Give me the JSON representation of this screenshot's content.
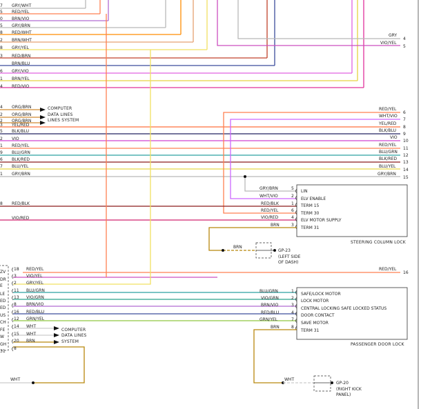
{
  "colors": {
    "red_yel": "#ff7f50",
    "gry_wht": "#b8b8b8",
    "brn_vio": "#b06bd2",
    "gry_brn": "#b8b8b8",
    "red_wht": "#ff8c00",
    "brn_wht": "#e5a070",
    "gry_yel": "#f0e060",
    "red_brn": "#c0402a",
    "brn_blu": "#3a4c9c",
    "gry_vio": "#e060e0",
    "brn_yel": "#e6d240",
    "red_vio": "#e0309a",
    "org_brn": "#d08a30",
    "blk_blu": "#202060",
    "vio": "#d040d0",
    "blu_grn": "#2aa0a0",
    "blk_red": "#8b1a1a",
    "blu_yel": "#e8d848",
    "red_blk": "#8b1a1a",
    "vio_red": "#d0206e",
    "vio_grn": "#2aa08a",
    "wht_vio": "#cc66ff",
    "wht": "#cccccc",
    "brn": "#b8860b",
    "grn_yel": "#8fc640",
    "vio_yel": "#cc4fbf",
    "yel_red": "#ff6f3a",
    "gry": "#b8b8b8"
  },
  "top_left_wires": [
    {
      "pin": "7",
      "label": "GRY/WHT"
    },
    {
      "pin": "5",
      "label": "RED/YEL"
    },
    {
      "pin": "0",
      "label": "BRN/VIO"
    },
    {
      "pin": "5",
      "label": "GRY/BRN"
    },
    {
      "pin": "8",
      "label": "RED/WHT"
    },
    {
      "pin": "2",
      "label": "BRN/WHT"
    },
    {
      "pin": "8",
      "label": "GRY/YEL"
    },
    {
      "pin": "3",
      "label": "RED/BRN"
    },
    {
      "pin": "",
      "label": "BRN/BLU"
    },
    {
      "pin": "6",
      "label": "GRY/VIO"
    },
    {
      "pin": "1",
      "label": "BRN/YEL"
    },
    {
      "pin": "4",
      "label": "RED/VIO"
    }
  ],
  "top_right_wires": [
    {
      "label": "GRY",
      "pin": "4"
    },
    {
      "label": "VIO/YEL",
      "pin": "5"
    }
  ],
  "data_lines_block": {
    "wires": [
      {
        "pin": "4",
        "label": "ORG/BRN"
      },
      {
        "pin": "2",
        "label": "ORG/BRN"
      },
      {
        "pin": "2",
        "label": "ORG/BRN"
      }
    ],
    "caption_1": "COMPUTER",
    "caption_2": "DATA LINES",
    "caption_3": "LINES SYSTEM"
  },
  "middle_left_wires": [
    {
      "pin": "3",
      "label": "YEL/RED"
    },
    {
      "pin": "5",
      "label": "BLK/BLU"
    },
    {
      "pin": "2",
      "label": "VIO"
    },
    {
      "pin": "1",
      "label": "RED/YEL"
    },
    {
      "pin": "9",
      "label": "BLU/GRN"
    },
    {
      "pin": "6",
      "label": "BLK/RED"
    },
    {
      "pin": "7",
      "label": "BLU/YEL"
    },
    {
      "pin": "1",
      "label": "GRY/BRN"
    }
  ],
  "middle_right_wires": [
    {
      "label": "RED/YEL",
      "pin": "6"
    },
    {
      "label": "WHT/VIO",
      "pin": "7"
    },
    {
      "label": "YEL/RED",
      "pin": "8"
    },
    {
      "label": "BLK/BLU",
      "pin": "9"
    },
    {
      "label": "VIO",
      "pin": "10"
    },
    {
      "label": "RED/YEL",
      "pin": "11"
    },
    {
      "label": "BLU/GRN",
      "pin": "12"
    },
    {
      "label": "BLK/RED",
      "pin": "13"
    },
    {
      "label": "BLU/YEL",
      "pin": "14"
    },
    {
      "label": "GRY/BRN",
      "pin": "15"
    }
  ],
  "left_misc": [
    {
      "pin": "8",
      "label": "RED/BLK"
    },
    {
      "pin": "",
      "label": "VIO/RED"
    }
  ],
  "steering_column_lock": {
    "title": "STEERING COLUMN LOCK",
    "pins": [
      {
        "wire": "GRY/BRN",
        "pin": "5",
        "function": "LIN"
      },
      {
        "wire": "WHT/VIO",
        "pin": "2",
        "function": "ELV ENABLE"
      },
      {
        "wire": "RED/BLK",
        "pin": "1",
        "function": "TERM 15"
      },
      {
        "wire": "RED/YEL",
        "pin": "6",
        "function": "TERM 30"
      },
      {
        "wire": "VIO/RED",
        "pin": "4",
        "function": "ELV MOTOR SUPPLY"
      },
      {
        "wire": "BRN",
        "pin": "3",
        "function": "TERM 31"
      }
    ]
  },
  "gp23": {
    "wire": "BRN",
    "line1": "GP-23",
    "line2": "(LEFT SIDE",
    "line3": "OF DASH)"
  },
  "red_yel_16": {
    "label": "RED/YEL",
    "pin": "16"
  },
  "bottom_left_connector": {
    "side_labels": [
      "ZV",
      "DR",
      "E",
      "LE",
      "ED",
      "ED",
      "US",
      "CH",
      "FE",
      "W",
      "GH",
      "31"
    ],
    "wires": [
      {
        "pin": "18",
        "label": "RED/YEL"
      },
      {
        "pin": "3",
        "label": "VIO/YEL"
      },
      {
        "pin": "2",
        "label": "GRY/YEL"
      },
      {
        "pin": "11",
        "label": "BLU/GRN"
      },
      {
        "pin": "13",
        "label": "VIO/GRN"
      },
      {
        "pin": "8",
        "label": "BRN/VIO"
      },
      {
        "pin": "16",
        "label": "RED/BLU"
      },
      {
        "pin": "12",
        "label": "GRN/YEL"
      },
      {
        "pin": "14",
        "label": "WHT"
      },
      {
        "pin": "15",
        "label": "WHT"
      },
      {
        "pin": "20",
        "label": "BRN"
      },
      {
        "pin": "8",
        "label": ""
      }
    ],
    "data_caption_1": "COMPUTER",
    "data_caption_2": "DATA LINES",
    "data_caption_3": "SYSTEM"
  },
  "passenger_door_lock": {
    "title": "PASSENGER DOOR LOCK",
    "pins": [
      {
        "wire": "BLU/GRN",
        "pin": "1",
        "function": "SAFE/LOCK MOTOR"
      },
      {
        "wire": "VIO/GRN",
        "pin": "2",
        "function": "LOCK MOTOR"
      },
      {
        "wire": "BRN/VIO",
        "pin": "3",
        "function": "CENTRAL LOCKING SAFE LOCKED STATUS"
      },
      {
        "wire": "RED/BLU",
        "pin": "4",
        "function": "DOOR CONTACT"
      },
      {
        "wire": "GRN/YEL",
        "pin": "7",
        "function": "SAVE MOTOR"
      },
      {
        "wire": "BRN",
        "pin": "8",
        "function": "TERM 31"
      }
    ]
  },
  "bottom_wht_left": {
    "label": "WHT"
  },
  "gp20": {
    "wire": "WHT",
    "line1": "GP-20",
    "line2": "(RIGHT KICK",
    "line3": "PANEL)"
  }
}
